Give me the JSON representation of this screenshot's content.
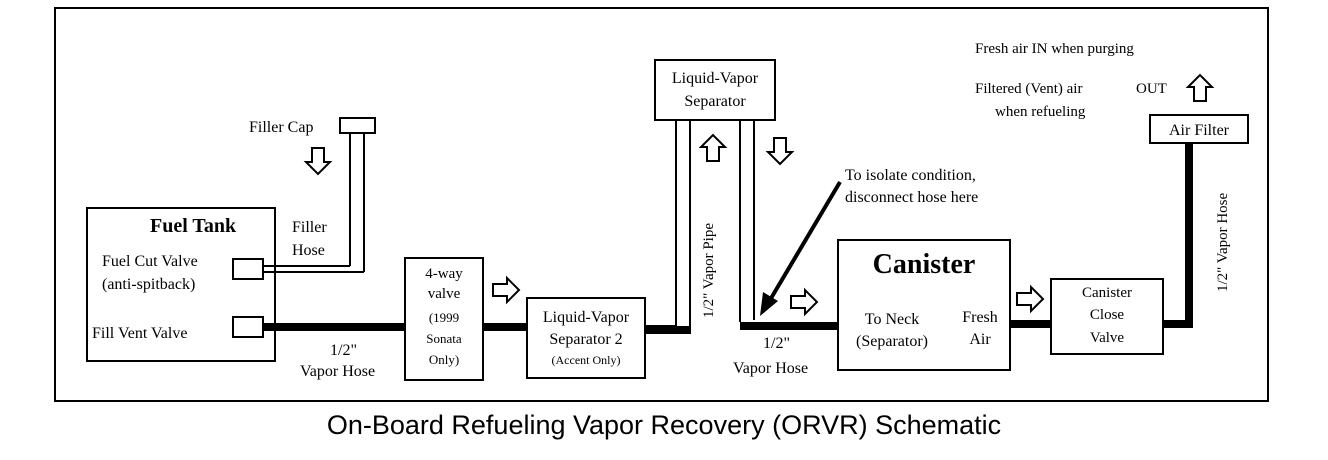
{
  "fresh_air_in": "Fresh air IN when purging",
  "filtered_air_1": "Filtered (Vent) air",
  "filtered_air_out": "OUT",
  "filtered_air_2": "when refueling",
  "air_filter": "Air Filter",
  "filler_cap": "Filler Cap",
  "fuel_tank": "Fuel Tank",
  "fuel_cut_valve_1": "Fuel Cut Valve",
  "fuel_cut_valve_2": "(anti-spitback)",
  "fill_vent_valve": "Fill Vent Valve",
  "filler_hose_1": "Filler",
  "filler_hose_2": "Hose",
  "vapor_hose_half_1": "1/2\"",
  "vapor_hose_label_1": "Vapor Hose",
  "four_way_1": "4-way",
  "four_way_2": "valve",
  "four_way_3": "(1999",
  "four_way_4": "Sonata",
  "four_way_5": "Only)",
  "sep2_1": "Liquid-Vapor",
  "sep2_2": "Separator 2",
  "sep2_3": "(Accent Only)",
  "sep_top_1": "Liquid-Vapor",
  "sep_top_2": "Separator",
  "vapor_pipe": "1/2\" Vapor Pipe",
  "isolate_1": "To isolate condition,",
  "isolate_2": "disconnect hose here",
  "vapor_hose_half_2": "1/2\"",
  "vapor_hose_label_2": "Vapor Hose",
  "canister": "Canister",
  "to_neck_1": "To Neck",
  "to_neck_2": "(Separator)",
  "fresh_air_1": "Fresh",
  "fresh_air_2": "Air",
  "close_valve_1": "Canister",
  "close_valve_2": "Close",
  "close_valve_3": "Valve",
  "vapor_hose_vertical": "1/2\" Vapor Hose",
  "caption": "On-Board Refueling Vapor Recovery (ORVR) Schematic"
}
